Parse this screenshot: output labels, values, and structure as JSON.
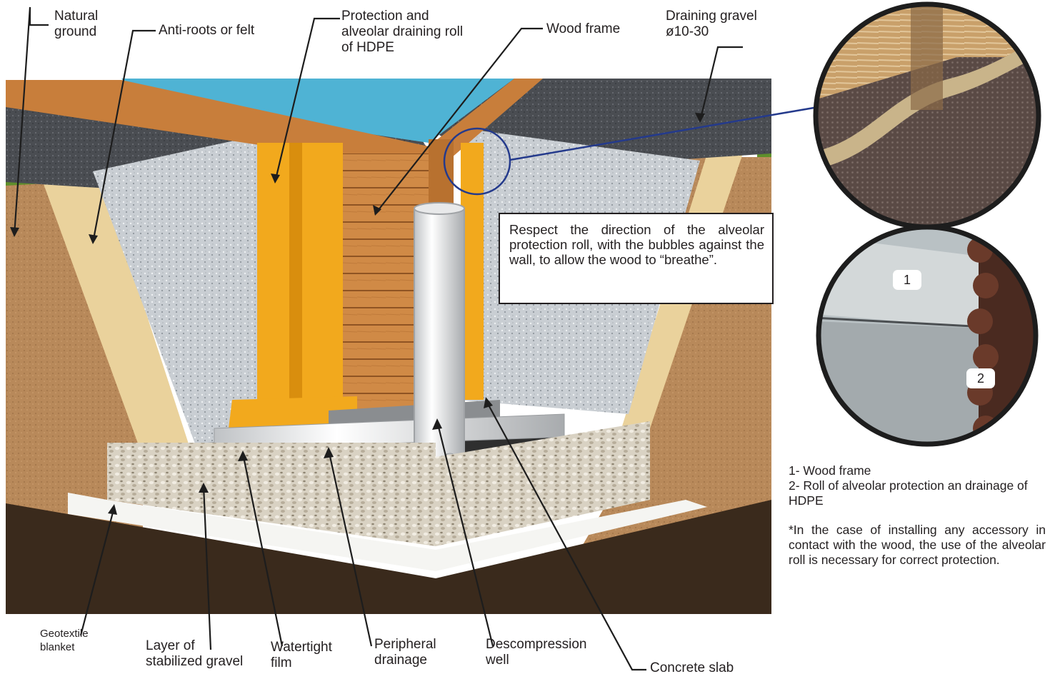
{
  "labels": {
    "natural_ground": "Natural\nground",
    "anti_roots": "Anti-roots or felt",
    "protection_roll": "Protection and\nalveolar draining roll\nof HDPE",
    "wood_frame": "Wood frame",
    "draining_gravel": "Draining gravel\nø10-30",
    "geotextile": "Geotextile\nblanket",
    "stabilized_gravel": "Layer of\nstabilized gravel",
    "watertight_film": "Watertight\nfilm",
    "peripheral_drainage": "Peripheral\ndrainage",
    "decompression_well": "Descompression\nwell",
    "concrete_slab": "Concrete slab"
  },
  "note": "Respect the direction of the alveolar protection roll, with the bubbles against the wall, to allow the wood to “breathe”.",
  "detail_badges": [
    "1",
    "2"
  ],
  "legend": {
    "items": [
      "1- Wood frame",
      "2- Roll of alveolar protection an drainage of HDPE"
    ],
    "footnote": "*In the case of installing any accessory in contact with the wood, the use of the alveolar roll is necessary for correct protection."
  },
  "colors": {
    "water": "#4fb3d4",
    "wood": "#c9823f",
    "yellow_roll": "#f2a91d",
    "draining_gravel": "#c8ccd0",
    "asphalt_gravel": "#3c3f44",
    "soil": "#b48655",
    "felt": "#e8cf95",
    "concrete": "#8a8d90",
    "dark_soil": "#3a2a1c",
    "accent_circle": "#243a8c"
  }
}
